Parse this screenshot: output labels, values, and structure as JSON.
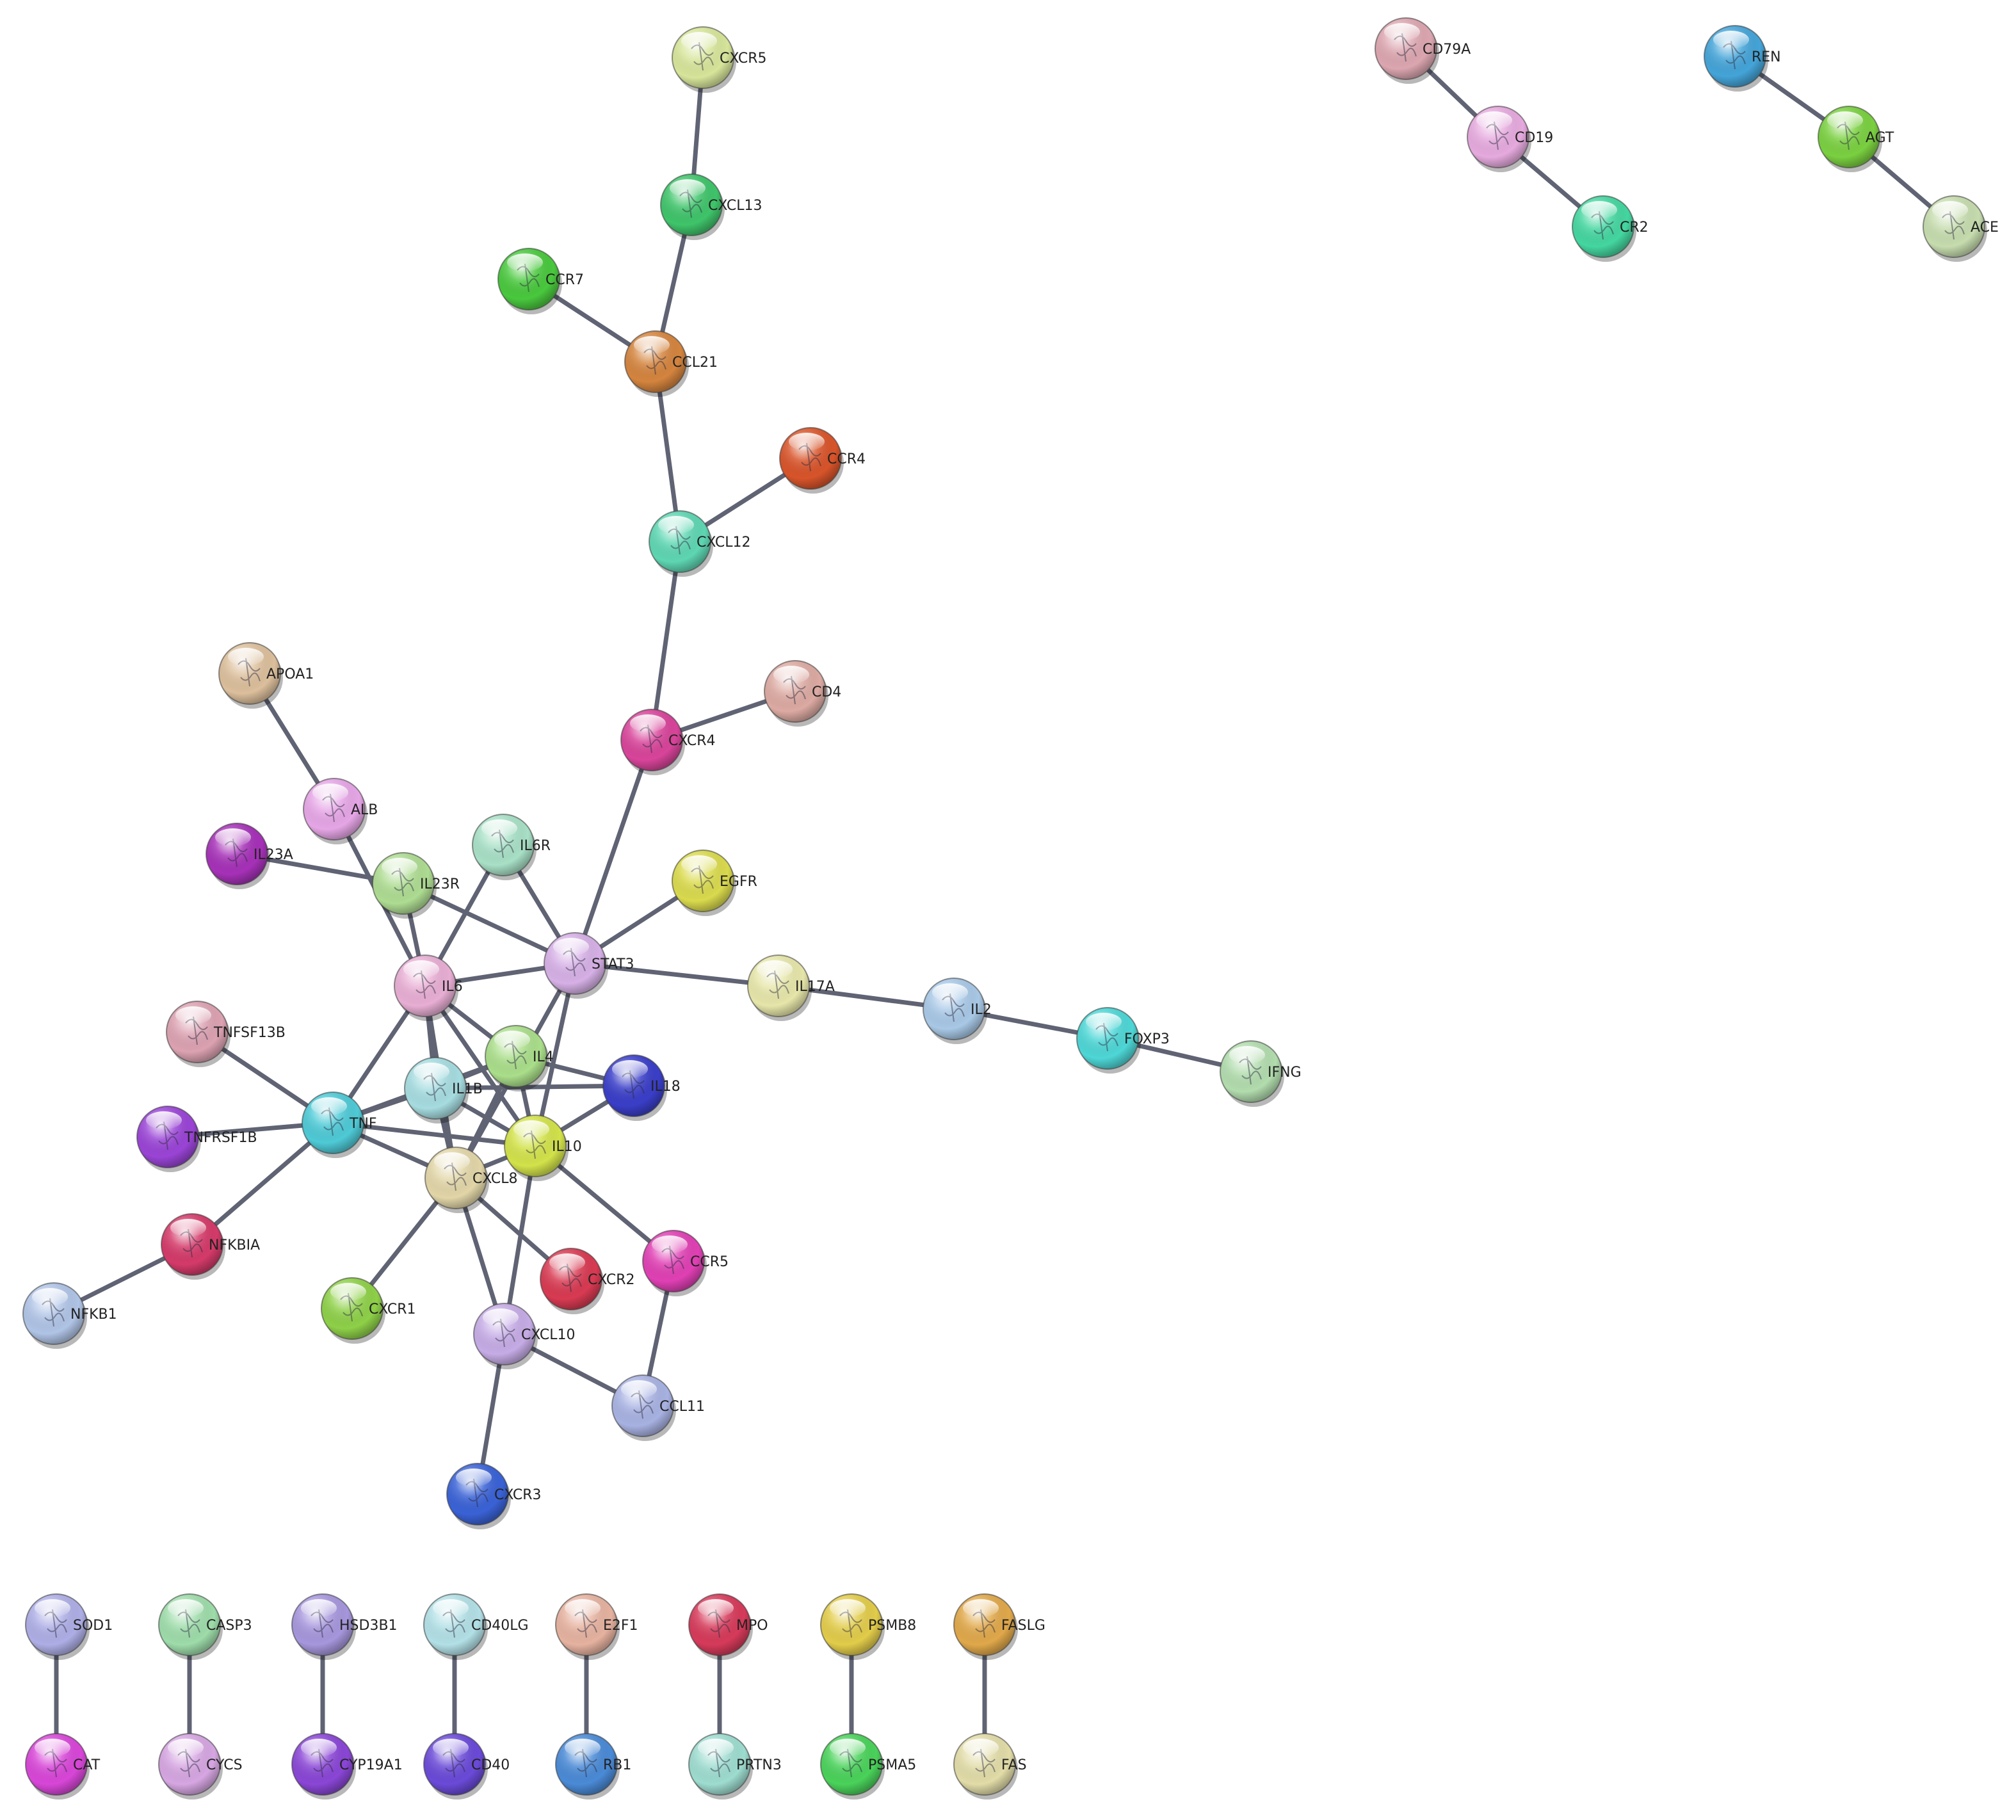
{
  "network": {
    "nodes": [
      {
        "id": "CXCR5",
        "label": "CXCR5",
        "color": "#d6e59a"
      },
      {
        "id": "CXCL13",
        "label": "CXCL13",
        "color": "#3fc46a"
      },
      {
        "id": "CCR7",
        "label": "CCR7",
        "color": "#49c83d"
      },
      {
        "id": "CCL21",
        "label": "CCL21",
        "color": "#d4843e"
      },
      {
        "id": "CCR4",
        "label": "CCR4",
        "color": "#d8542a"
      },
      {
        "id": "CXCL12",
        "label": "CXCL12",
        "color": "#5ed6b2"
      },
      {
        "id": "APOA1",
        "label": "APOA1",
        "color": "#dcbf9c"
      },
      {
        "id": "CD4",
        "label": "CD4",
        "color": "#dcaaa2"
      },
      {
        "id": "CXCR4",
        "label": "CXCR4",
        "color": "#d8449a"
      },
      {
        "id": "ALB",
        "label": "ALB",
        "color": "#e6a6e6"
      },
      {
        "id": "IL23A",
        "label": "IL23A",
        "color": "#a631b8"
      },
      {
        "id": "IL6R",
        "label": "IL6R",
        "color": "#a8e0c6"
      },
      {
        "id": "IL23R",
        "label": "IL23R",
        "color": "#aedc92"
      },
      {
        "id": "EGFR",
        "label": "EGFR",
        "color": "#dada4e"
      },
      {
        "id": "STAT3",
        "label": "STAT3",
        "color": "#d6b0e6"
      },
      {
        "id": "IL6",
        "label": "IL6",
        "color": "#e8aed4"
      },
      {
        "id": "IL17A",
        "label": "IL17A",
        "color": "#e6e6aa"
      },
      {
        "id": "IL2",
        "label": "IL2",
        "color": "#a8c8e6"
      },
      {
        "id": "FOXP3",
        "label": "FOXP3",
        "color": "#4ed6d6"
      },
      {
        "id": "IFNG",
        "label": "IFNG",
        "color": "#b2dcae"
      },
      {
        "id": "TNFSF13B",
        "label": "TNFSF13B",
        "color": "#dca2b2"
      },
      {
        "id": "IL4",
        "label": "IL4",
        "color": "#aade8a"
      },
      {
        "id": "IL1B",
        "label": "IL1B",
        "color": "#a6dce0"
      },
      {
        "id": "IL18",
        "label": "IL18",
        "color": "#3a3ec8"
      },
      {
        "id": "TNFRSF1B",
        "label": "TNFRSF1B",
        "color": "#9a44d6"
      },
      {
        "id": "TNF",
        "label": "TNF",
        "color": "#4ecad6"
      },
      {
        "id": "IL10",
        "label": "IL10",
        "color": "#d2e24a"
      },
      {
        "id": "CXCL8",
        "label": "CXCL8",
        "color": "#e2d6a8"
      },
      {
        "id": "NFKBIA",
        "label": "NFKBIA",
        "color": "#d43a6a"
      },
      {
        "id": "CCR5",
        "label": "CCR5",
        "color": "#e040b4"
      },
      {
        "id": "CXCR2",
        "label": "CXCR2",
        "color": "#d83a52"
      },
      {
        "id": "NFKB1",
        "label": "NFKB1",
        "color": "#b0c4e6"
      },
      {
        "id": "CXCR1",
        "label": "CXCR1",
        "color": "#8ed048"
      },
      {
        "id": "CXCL10",
        "label": "CXCL10",
        "color": "#c6ace6"
      },
      {
        "id": "CCL11",
        "label": "CCL11",
        "color": "#a8b2e2"
      },
      {
        "id": "CXCR3",
        "label": "CXCR3",
        "color": "#3a62d6"
      },
      {
        "id": "CD79A",
        "label": "CD79A",
        "color": "#dca6b0"
      },
      {
        "id": "CD19",
        "label": "CD19",
        "color": "#e6aade"
      },
      {
        "id": "CR2",
        "label": "CR2",
        "color": "#44d6a0"
      },
      {
        "id": "REN",
        "label": "REN",
        "color": "#44a4d8"
      },
      {
        "id": "AGT",
        "label": "AGT",
        "color": "#7ad040"
      },
      {
        "id": "ACE",
        "label": "ACE",
        "color": "#c6dcae"
      },
      {
        "id": "SOD1",
        "label": "SOD1",
        "color": "#aeaee6"
      },
      {
        "id": "CAT",
        "label": "CAT",
        "color": "#d846d8"
      },
      {
        "id": "CASP3",
        "label": "CASP3",
        "color": "#9edcaa"
      },
      {
        "id": "CYCS",
        "label": "CYCS",
        "color": "#d6a6e2"
      },
      {
        "id": "HSD3B1",
        "label": "HSD3B1",
        "color": "#a696dc"
      },
      {
        "id": "CYP19A1",
        "label": "CYP19A1",
        "color": "#8a46d6"
      },
      {
        "id": "CD40LG",
        "label": "CD40LG",
        "color": "#b2e0e6"
      },
      {
        "id": "CD40",
        "label": "CD40",
        "color": "#6a4ad8"
      },
      {
        "id": "E2F1",
        "label": "E2F1",
        "color": "#e6b2a0"
      },
      {
        "id": "RB1",
        "label": "RB1",
        "color": "#4a8ad6"
      },
      {
        "id": "MPO",
        "label": "MPO",
        "color": "#d63a5a"
      },
      {
        "id": "PRTN3",
        "label": "PRTN3",
        "color": "#9edcd0"
      },
      {
        "id": "PSMB8",
        "label": "PSMB8",
        "color": "#e2cc4a"
      },
      {
        "id": "PSMA5",
        "label": "PSMA5",
        "color": "#4ad25a"
      },
      {
        "id": "FASLG",
        "label": "FASLG",
        "color": "#e0a84a"
      },
      {
        "id": "FAS",
        "label": "FAS",
        "color": "#e2dca8"
      }
    ],
    "edges": [
      [
        "CXCR5",
        "CXCL13"
      ],
      [
        "CXCL13",
        "CCL21"
      ],
      [
        "CCR7",
        "CCL21"
      ],
      [
        "CCL21",
        "CXCL12"
      ],
      [
        "CCR4",
        "CXCL12"
      ],
      [
        "CXCL12",
        "CXCR4"
      ],
      [
        "CD4",
        "CXCR4"
      ],
      [
        "CXCR4",
        "STAT3"
      ],
      [
        "APOA1",
        "ALB"
      ],
      [
        "ALB",
        "IL6"
      ],
      [
        "IL23A",
        "IL23R"
      ],
      [
        "IL23R",
        "STAT3"
      ],
      [
        "IL23R",
        "IL6"
      ],
      [
        "IL6R",
        "IL6"
      ],
      [
        "IL6R",
        "STAT3"
      ],
      [
        "EGFR",
        "STAT3"
      ],
      [
        "IL6",
        "STAT3"
      ],
      [
        "STAT3",
        "IL17A"
      ],
      [
        "STAT3",
        "IL10"
      ],
      [
        "STAT3",
        "CXCL8"
      ],
      [
        "IL17A",
        "IL2"
      ],
      [
        "IL2",
        "FOXP3"
      ],
      [
        "FOXP3",
        "IFNG"
      ],
      [
        "IL6",
        "IL4"
      ],
      [
        "IL6",
        "IL1B"
      ],
      [
        "IL6",
        "TNF"
      ],
      [
        "IL6",
        "IL10"
      ],
      [
        "IL6",
        "CXCL8"
      ],
      [
        "IL4",
        "IL1B"
      ],
      [
        "IL4",
        "IL10"
      ],
      [
        "IL4",
        "TNF"
      ],
      [
        "IL4",
        "CXCL8"
      ],
      [
        "IL4",
        "IL18"
      ],
      [
        "IL1B",
        "IL18"
      ],
      [
        "IL1B",
        "TNF"
      ],
      [
        "IL1B",
        "IL10"
      ],
      [
        "IL1B",
        "CXCL8"
      ],
      [
        "IL18",
        "IL10"
      ],
      [
        "TNF",
        "IL10"
      ],
      [
        "TNF",
        "CXCL8"
      ],
      [
        "TNF",
        "TNFSF13B"
      ],
      [
        "TNF",
        "TNFRSF1B"
      ],
      [
        "TNF",
        "NFKBIA"
      ],
      [
        "NFKBIA",
        "NFKB1"
      ],
      [
        "IL10",
        "CXCL8"
      ],
      [
        "IL10",
        "CXCL10"
      ],
      [
        "IL10",
        "CCR5"
      ],
      [
        "CXCL8",
        "CXCR1"
      ],
      [
        "CXCL8",
        "CXCR2"
      ],
      [
        "CXCL8",
        "CXCL10"
      ],
      [
        "CCR5",
        "CCL11"
      ],
      [
        "CXCL10",
        "CCL11"
      ],
      [
        "CXCL10",
        "CXCR3"
      ],
      [
        "CD79A",
        "CD19"
      ],
      [
        "CD19",
        "CR2"
      ],
      [
        "REN",
        "AGT"
      ],
      [
        "AGT",
        "ACE"
      ],
      [
        "SOD1",
        "CAT"
      ],
      [
        "CASP3",
        "CYCS"
      ],
      [
        "HSD3B1",
        "CYP19A1"
      ],
      [
        "CD40LG",
        "CD40"
      ],
      [
        "E2F1",
        "RB1"
      ],
      [
        "MPO",
        "PRTN3"
      ],
      [
        "PSMB8",
        "PSMA5"
      ],
      [
        "FASLG",
        "FAS"
      ]
    ]
  }
}
